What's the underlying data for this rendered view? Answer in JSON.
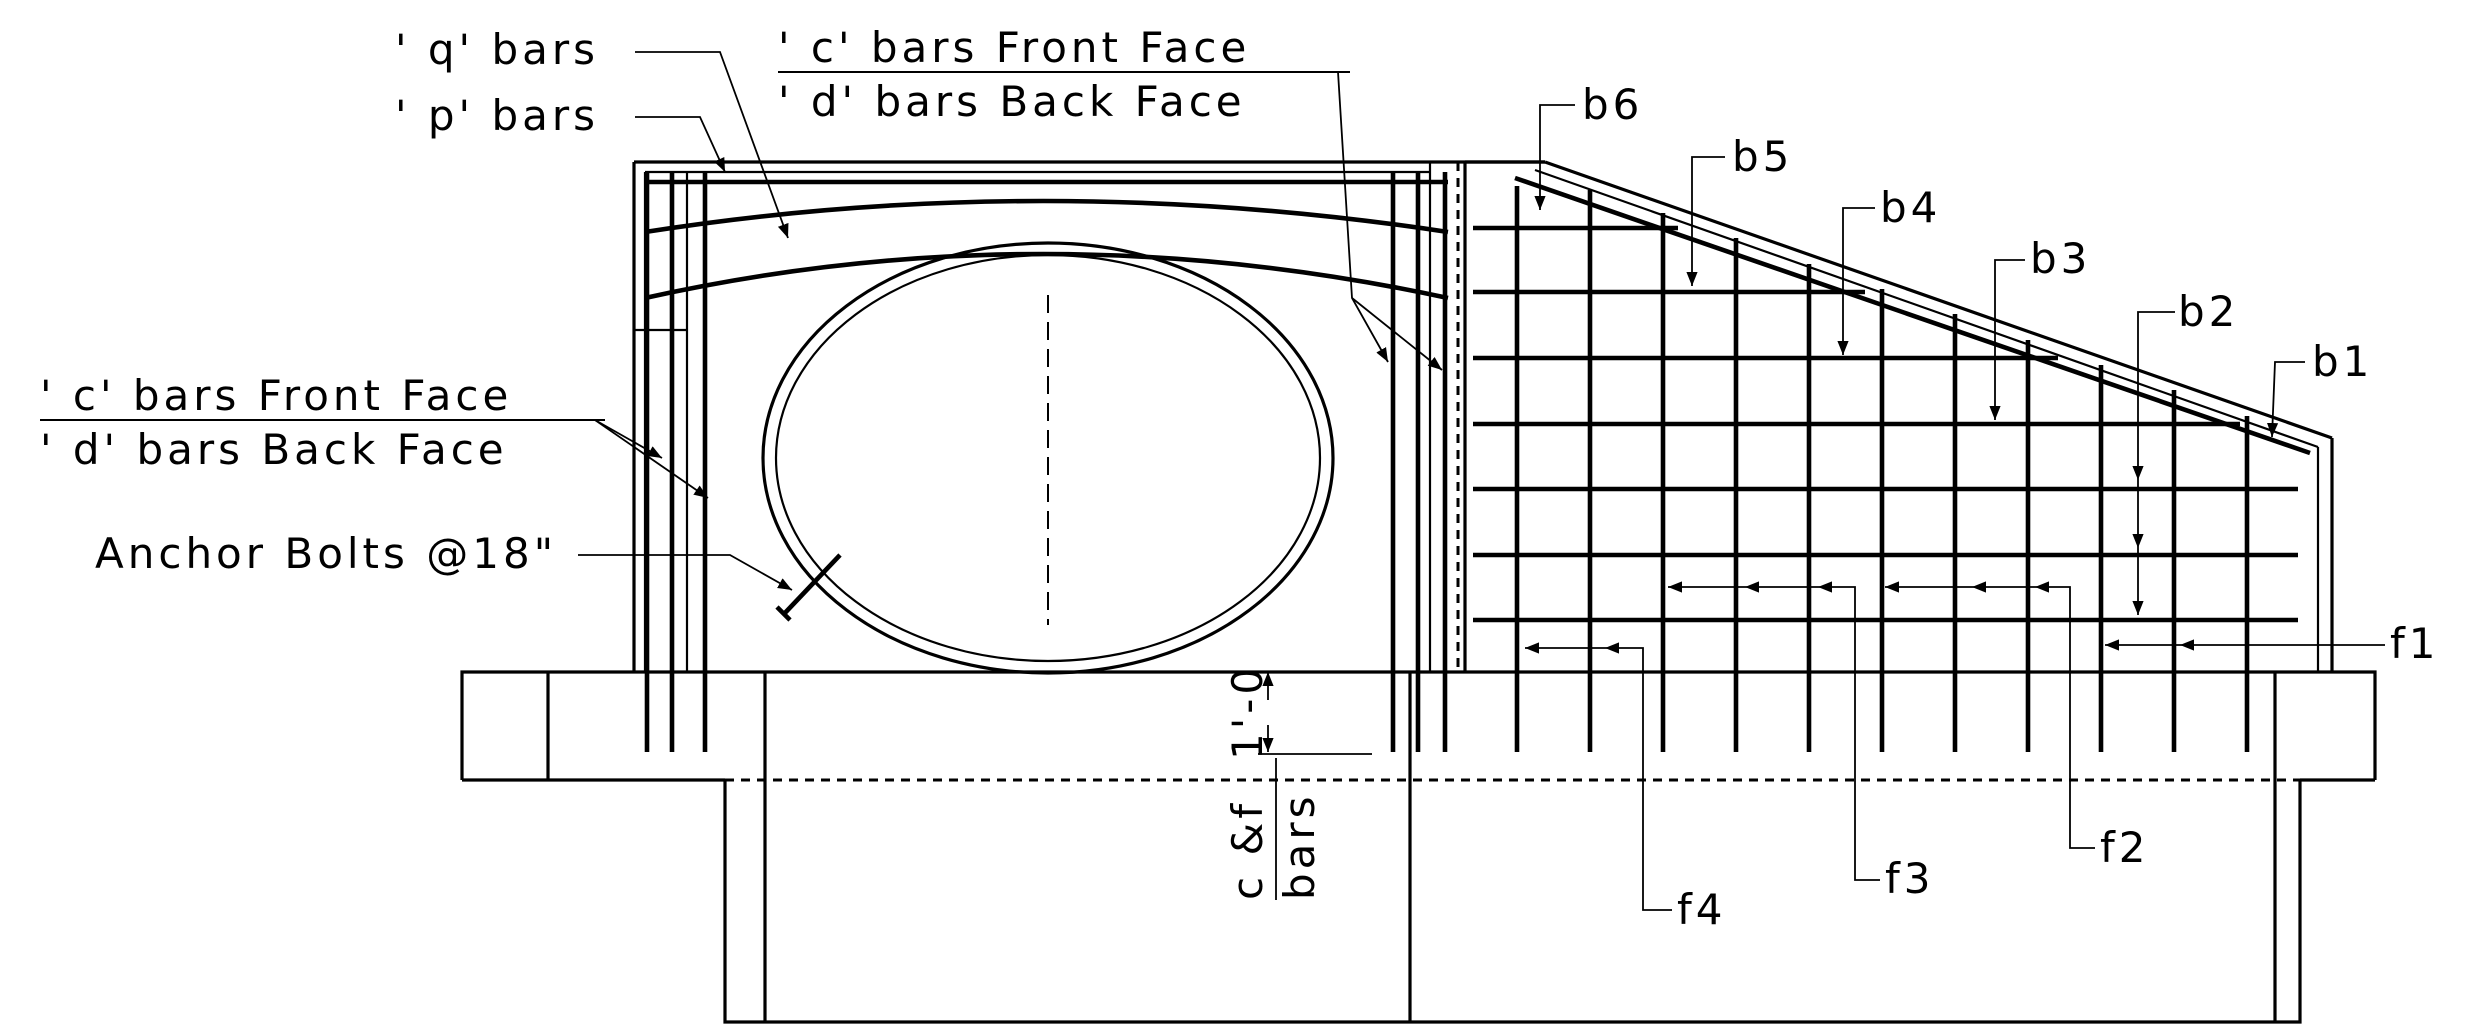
{
  "labels": {
    "q_bars": "' q'  bars",
    "p_bars": "' p'  bars",
    "c_front_top": "' c'  bars Front Face",
    "d_back_top": "' d'  bars Back Face",
    "c_front_left": "' c'  bars Front Face",
    "d_back_left": "' d'  bars Back Face",
    "anchor_bolts": "Anchor Bolts @18\"",
    "dim_text": "1'-0",
    "cf_line1": "c &f",
    "cf_line2": "bars"
  },
  "b_bars": [
    "b1",
    "b2",
    "b3",
    "b4",
    "b5",
    "b6"
  ],
  "f_bars": [
    "f1",
    "f2",
    "f3",
    "f4"
  ]
}
